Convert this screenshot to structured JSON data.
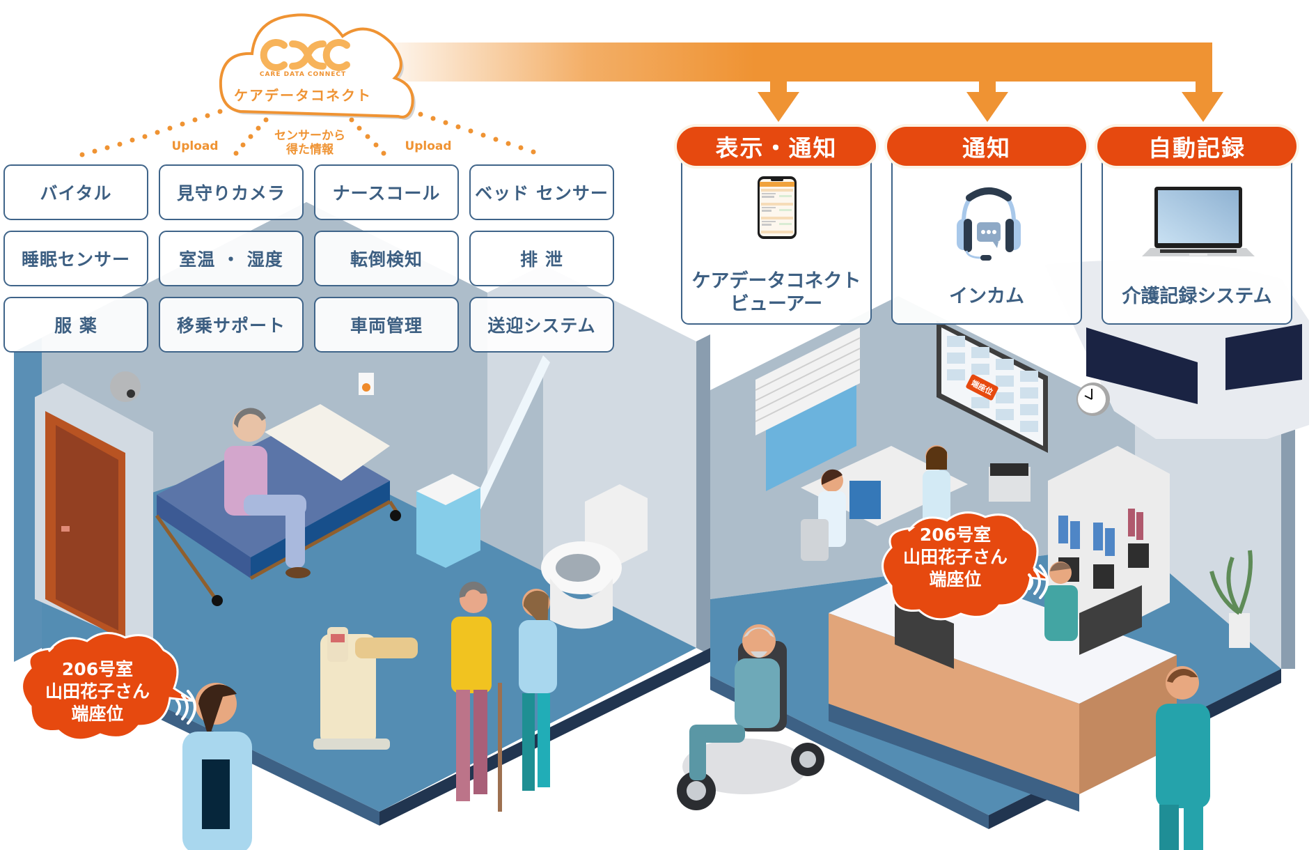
{
  "cloud": {
    "logo_mark": "CDC",
    "subtitle_en": "CARE DATA CONNECT",
    "title_ja": "ケアデータコネクト"
  },
  "flow_labels": {
    "upload_left": "Upload",
    "center_line1": "センサーから",
    "center_line2": "得た情報",
    "upload_right": "Upload"
  },
  "sensors": [
    {
      "label": "バイタル"
    },
    {
      "label": "見守りカメラ"
    },
    {
      "label": "ナースコール"
    },
    {
      "label": "ベッド センサー"
    },
    {
      "label": "睡眠センサー"
    },
    {
      "label": "室温 ・ 湿度"
    },
    {
      "label": "転倒検知"
    },
    {
      "label": "排 泄"
    },
    {
      "label": "服 薬"
    },
    {
      "label": "移乗サポート"
    },
    {
      "label": "車両管理"
    },
    {
      "label": "送迎システム"
    }
  ],
  "outputs": [
    {
      "header": "表示・通知",
      "label_line1": "ケアデータコネクト",
      "label_line2": "ビューアー",
      "icon": "smartphone-icon"
    },
    {
      "header": "通知",
      "label_line1": "インカム",
      "label_line2": "",
      "icon": "headset-icon"
    },
    {
      "header": "自動記録",
      "label_line1": "介護記録システム",
      "label_line2": "",
      "icon": "laptop-icon"
    }
  ],
  "alerts": [
    {
      "line1": "206号室",
      "line2": "山田花子さん",
      "line3": "端座位"
    },
    {
      "line1": "206号室",
      "line2": "山田花子さん",
      "line3": "端座位"
    }
  ],
  "monitor_alert": "端座位",
  "colors": {
    "brand_orange": "#ef9333",
    "alert_red": "#e6490f",
    "box_border": "#3f6489",
    "box_text": "#3d5f82",
    "floor_blue": "#548db3",
    "wall_gray": "#adbdca"
  }
}
